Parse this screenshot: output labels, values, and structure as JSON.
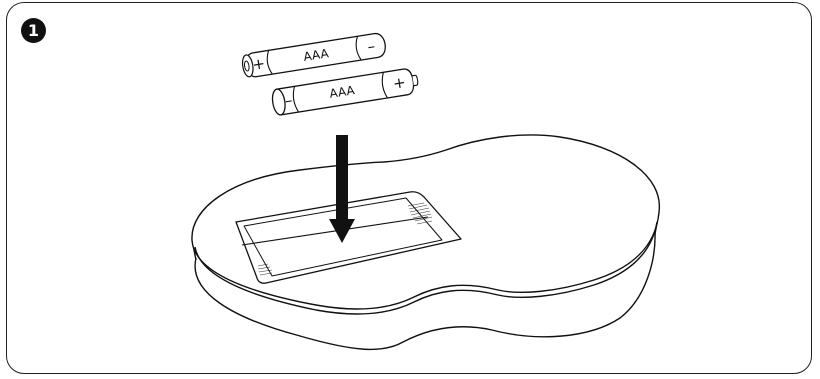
{
  "step": {
    "number": "1"
  },
  "batteries": [
    {
      "type_label": "AAA",
      "positive_symbol": "+",
      "negative_symbol": "–"
    },
    {
      "type_label": "AAA",
      "positive_symbol": "+",
      "negative_symbol": "–"
    }
  ],
  "colors": {
    "line": "#111111",
    "background": "#ffffff"
  }
}
